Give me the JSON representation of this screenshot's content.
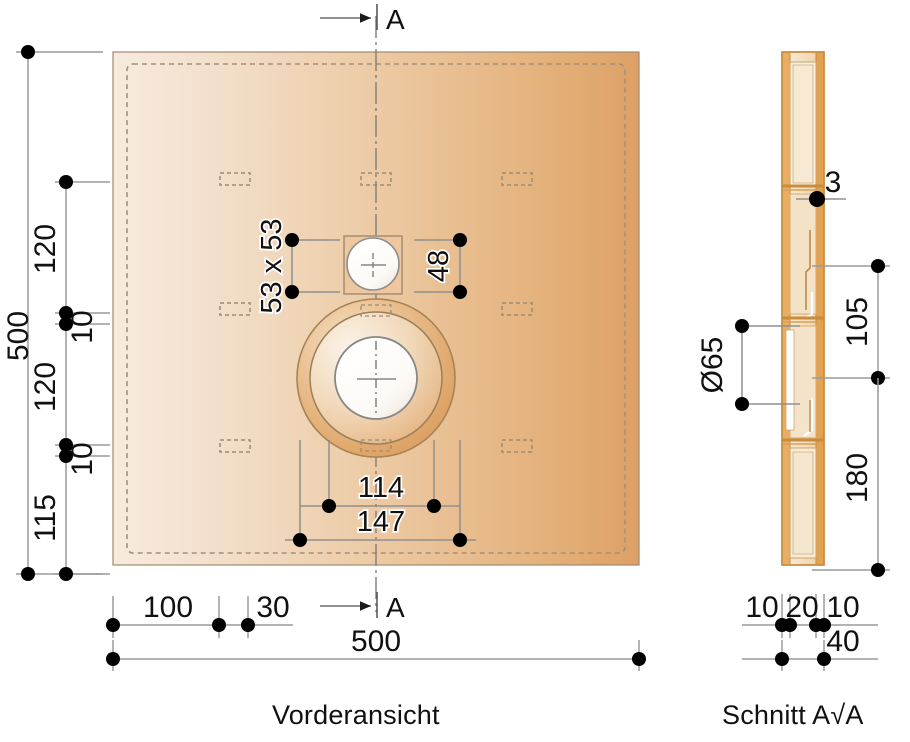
{
  "drawing": {
    "title_front_view": "Vorderansicht",
    "title_section_view": "Schnitt A√A",
    "section_marker_label": "A",
    "colors": {
      "panel_light": "#f6e8da",
      "panel_mid": "#edcaa4",
      "panel_dark": "#e0a86e",
      "wood_edge": "#d7903f",
      "wood_fill": "#f0d7b4",
      "dim_line": "#8f8f8f",
      "dim_dot": "#000000",
      "text": "#111111",
      "outline": "#8a7a66"
    },
    "front_view": {
      "name": "Vorderansicht",
      "vertical_dims_outer": [
        "500"
      ],
      "vertical_dims_chain": [
        "120",
        "10",
        "120",
        "10",
        "115"
      ],
      "horizontal_dims_bottom_chain": [
        "100",
        "30"
      ],
      "horizontal_dims_overall": [
        "500"
      ],
      "center_dims": [
        "53 x 53",
        "48",
        "114",
        "147"
      ],
      "callout_53x53": "53 x 53",
      "callout_48": "48",
      "callout_114": "114",
      "callout_147": "147",
      "callout_500_v": "500",
      "callout_120_a": "120",
      "callout_10_a": "10",
      "callout_120_b": "120",
      "callout_10_b": "10",
      "callout_115": "115",
      "callout_100": "100",
      "callout_30": "30",
      "callout_500_h": "500"
    },
    "section_view": {
      "name": "Schnitt A√A",
      "dims_right": [
        "105",
        "180"
      ],
      "dims_left": [
        "Ø65"
      ],
      "dims_top": [
        "3"
      ],
      "dims_bottom_chain": [
        "10",
        "20",
        "10"
      ],
      "dims_bottom_overall": [
        "40"
      ],
      "callout_3": "3",
      "callout_105": "105",
      "callout_180": "180",
      "callout_d65": "Ø65",
      "callout_10_left": "10",
      "callout_20": "20",
      "callout_10_right": "10",
      "callout_40": "40"
    }
  }
}
